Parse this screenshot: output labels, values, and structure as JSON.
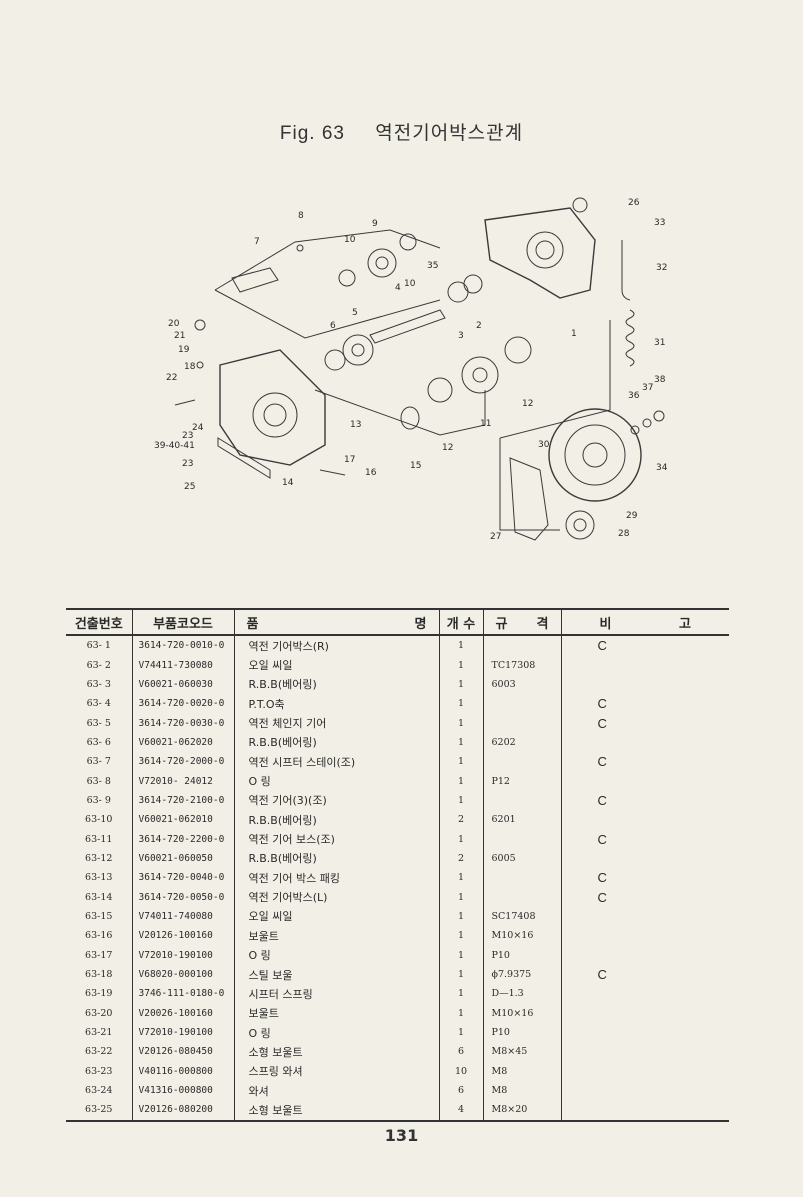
{
  "title": {
    "fig": "Fig. 63",
    "text": "역전기어박스관계"
  },
  "callouts": [
    "8",
    "9",
    "7",
    "10",
    "10",
    "35",
    "26",
    "33",
    "32",
    "4",
    "20",
    "21",
    "19",
    "18",
    "22",
    "6",
    "5",
    "3",
    "2",
    "1",
    "31",
    "38",
    "37",
    "36",
    "12",
    "24",
    "23",
    "39-40-41",
    "23",
    "25",
    "14",
    "13",
    "17",
    "16",
    "15",
    "12",
    "11",
    "30",
    "34",
    "29",
    "27",
    "28"
  ],
  "table": {
    "headers": {
      "no": "건출번호",
      "code": "부품코오드",
      "name_a": "품",
      "name_b": "명",
      "qty": "개 수",
      "spec_a": "규",
      "spec_b": "격",
      "remark_a": "비",
      "remark_b": "고"
    },
    "rows": [
      {
        "no": "63- 1",
        "code": "3614-720-0010-0",
        "name": "역전 기어박스(R)",
        "qty": "1",
        "spec": "",
        "remark": "C"
      },
      {
        "no": "63- 2",
        "code": "V74411-730080",
        "name": "오일 씨일",
        "qty": "1",
        "spec": "TC17308",
        "remark": ""
      },
      {
        "no": "63- 3",
        "code": "V60021-060030",
        "name": "R.B.B(베어링)",
        "qty": "1",
        "spec": "6003",
        "remark": ""
      },
      {
        "no": "63- 4",
        "code": "3614-720-0020-0",
        "name": "P.T.O축",
        "qty": "1",
        "spec": "",
        "remark": "C"
      },
      {
        "no": "63- 5",
        "code": "3614-720-0030-0",
        "name": "역전 체인지 기어",
        "qty": "1",
        "spec": "",
        "remark": "C"
      },
      {
        "no": "63- 6",
        "code": "V60021-062020",
        "name": "R.B.B(베어링)",
        "qty": "1",
        "spec": "6202",
        "remark": ""
      },
      {
        "no": "63- 7",
        "code": "3614-720-2000-0",
        "name": "역전 시프터 스테이(조)",
        "qty": "1",
        "spec": "",
        "remark": "C"
      },
      {
        "no": "63- 8",
        "code": "V72010- 24012",
        "name": "O 링",
        "qty": "1",
        "spec": "P12",
        "remark": ""
      },
      {
        "no": "63- 9",
        "code": "3614-720-2100-0",
        "name": "역전 기어(3)(조)",
        "qty": "1",
        "spec": "",
        "remark": "C"
      },
      {
        "no": "63-10",
        "code": "V60021-062010",
        "name": "R.B.B(베어링)",
        "qty": "2",
        "spec": "6201",
        "remark": ""
      },
      {
        "no": "63-11",
        "code": "3614-720-2200-0",
        "name": "역전 기어 보스(조)",
        "qty": "1",
        "spec": "",
        "remark": "C"
      },
      {
        "no": "63-12",
        "code": "V60021-060050",
        "name": "R.B.B(베어링)",
        "qty": "2",
        "spec": "6005",
        "remark": ""
      },
      {
        "no": "63-13",
        "code": "3614-720-0040-0",
        "name": "역전 기어 박스 패킹",
        "qty": "1",
        "spec": "",
        "remark": "C"
      },
      {
        "no": "63-14",
        "code": "3614-720-0050-0",
        "name": "역전 기어박스(L)",
        "qty": "1",
        "spec": "",
        "remark": "C"
      },
      {
        "no": "63-15",
        "code": "V74011-740080",
        "name": "오일 씨일",
        "qty": "1",
        "spec": "SC17408",
        "remark": ""
      },
      {
        "no": "63-16",
        "code": "V20126-100160",
        "name": "보울트",
        "qty": "1",
        "spec": "M10×16",
        "remark": ""
      },
      {
        "no": "63-17",
        "code": "V72010-190100",
        "name": "O 링",
        "qty": "1",
        "spec": "P10",
        "remark": ""
      },
      {
        "no": "63-18",
        "code": "V68020-000100",
        "name": "스틸 보울",
        "qty": "1",
        "spec": "ϕ7.9375",
        "remark": "C"
      },
      {
        "no": "63-19",
        "code": "3746-111-0180-0",
        "name": "시프터 스프링",
        "qty": "1",
        "spec": "D—1.3",
        "remark": ""
      },
      {
        "no": "63-20",
        "code": "V20026-100160",
        "name": "보울트",
        "qty": "1",
        "spec": "M10×16",
        "remark": ""
      },
      {
        "no": "63-21",
        "code": "V72010-190100",
        "name": "O 링",
        "qty": "1",
        "spec": "P10",
        "remark": ""
      },
      {
        "no": "63-22",
        "code": "V20126-080450",
        "name": "소형 보울트",
        "qty": "6",
        "spec": "M8×45",
        "remark": ""
      },
      {
        "no": "63-23",
        "code": "V40116-000800",
        "name": "스프링 와셔",
        "qty": "10",
        "spec": "M8",
        "remark": ""
      },
      {
        "no": "63-24",
        "code": "V41316-000800",
        "name": "와셔",
        "qty": "6",
        "spec": "M8",
        "remark": ""
      },
      {
        "no": "63-25",
        "code": "V20126-080200",
        "name": "소형 보울트",
        "qty": "4",
        "spec": "M8×20",
        "remark": ""
      }
    ]
  },
  "page_number": "131"
}
